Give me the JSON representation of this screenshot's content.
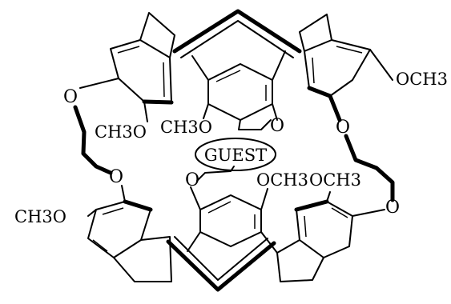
{
  "diagram": {
    "labels": {
      "och3_right_top": "OCH3",
      "ch3o_left_mid": "CH3O",
      "ch3o_center_top": "CH3O",
      "och3_center_bottom": "OCH3",
      "och3_right_bottom": "OCH3",
      "ch3o_left_bottom": "CH3O",
      "guest": "GUEST",
      "oxygen": "O"
    }
  }
}
